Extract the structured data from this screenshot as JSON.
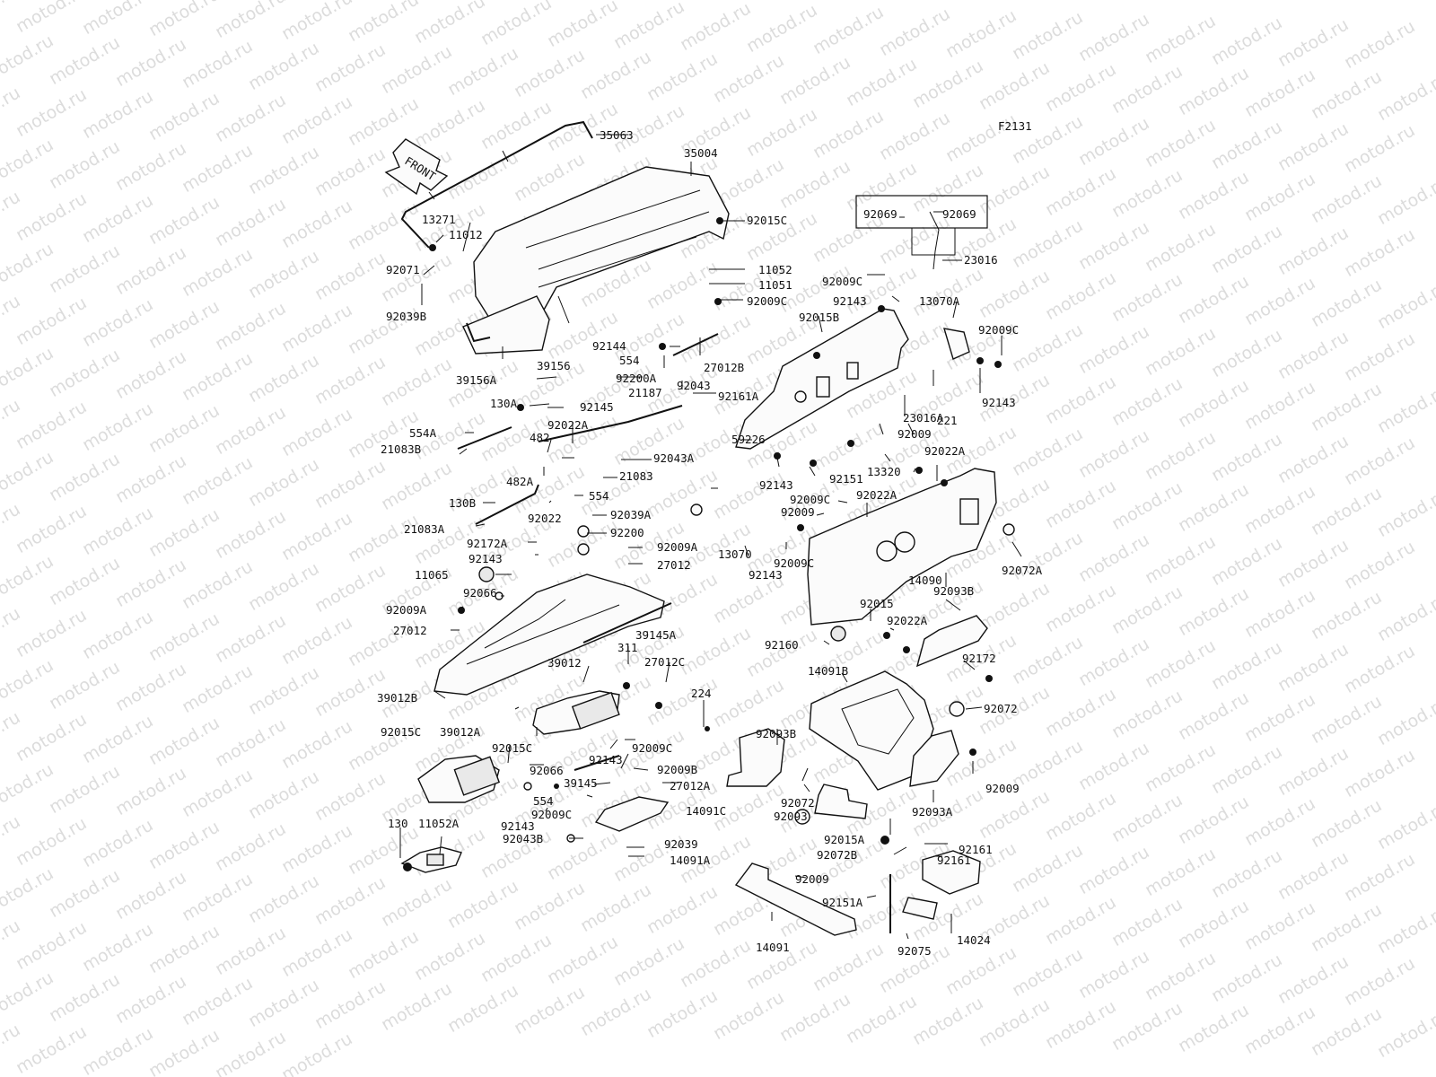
{
  "watermark": "motod.ru",
  "figure_code": "F2131",
  "front_label": "FRONT",
  "parts": [
    {
      "id": "35063"
    },
    {
      "id": "35004"
    },
    {
      "id": "13271"
    },
    {
      "id": "11012"
    },
    {
      "id": "92071"
    },
    {
      "id": "92039B"
    },
    {
      "id": "92015C"
    },
    {
      "id": "11052"
    },
    {
      "id": "11051"
    },
    {
      "id": "92009C"
    },
    {
      "id": "39156A"
    },
    {
      "id": "92144"
    },
    {
      "id": "554"
    },
    {
      "id": "27012B"
    },
    {
      "id": "92200A"
    },
    {
      "id": "39156"
    },
    {
      "id": "92043"
    },
    {
      "id": "92161A"
    },
    {
      "id": "130A"
    },
    {
      "id": "92145"
    },
    {
      "id": "21187"
    },
    {
      "id": "554A"
    },
    {
      "id": "92022A"
    },
    {
      "id": "21083B"
    },
    {
      "id": "482"
    },
    {
      "id": "92043A"
    },
    {
      "id": "482A"
    },
    {
      "id": "21083"
    },
    {
      "id": "554"
    },
    {
      "id": "130B"
    },
    {
      "id": "92022"
    },
    {
      "id": "92039A"
    },
    {
      "id": "21083A"
    },
    {
      "id": "92200"
    },
    {
      "id": "92172A"
    },
    {
      "id": "92009A"
    },
    {
      "id": "92143"
    },
    {
      "id": "27012"
    },
    {
      "id": "11065"
    },
    {
      "id": "92066"
    },
    {
      "id": "92009A"
    },
    {
      "id": "39145A"
    },
    {
      "id": "27012"
    },
    {
      "id": "311"
    },
    {
      "id": "27012C"
    },
    {
      "id": "39012"
    },
    {
      "id": "224"
    },
    {
      "id": "39012B"
    },
    {
      "id": "92015C"
    },
    {
      "id": "39012A"
    },
    {
      "id": "92015C"
    },
    {
      "id": "92009C"
    },
    {
      "id": "92066"
    },
    {
      "id": "92143"
    },
    {
      "id": "92009B"
    },
    {
      "id": "39145"
    },
    {
      "id": "27012A"
    },
    {
      "id": "554"
    },
    {
      "id": "92143"
    },
    {
      "id": "92009C"
    },
    {
      "id": "14091C"
    },
    {
      "id": "130"
    },
    {
      "id": "11052A"
    },
    {
      "id": "92043B"
    },
    {
      "id": "92039"
    },
    {
      "id": "14091A"
    },
    {
      "id": "92069"
    },
    {
      "id": "92069"
    },
    {
      "id": "23016"
    },
    {
      "id": "92009C"
    },
    {
      "id": "92143"
    },
    {
      "id": "13070A"
    },
    {
      "id": "92015B"
    },
    {
      "id": "92009C"
    },
    {
      "id": "92143"
    },
    {
      "id": "23016A"
    },
    {
      "id": "221"
    },
    {
      "id": "59226"
    },
    {
      "id": "92009"
    },
    {
      "id": "92022A"
    },
    {
      "id": "92143"
    },
    {
      "id": "92151"
    },
    {
      "id": "13320"
    },
    {
      "id": "92009C"
    },
    {
      "id": "92022A"
    },
    {
      "id": "92009"
    },
    {
      "id": "13070"
    },
    {
      "id": "92009C"
    },
    {
      "id": "92143"
    },
    {
      "id": "92072A"
    },
    {
      "id": "14090"
    },
    {
      "id": "92093B"
    },
    {
      "id": "92015"
    },
    {
      "id": "92022A"
    },
    {
      "id": "92160"
    },
    {
      "id": "92172"
    },
    {
      "id": "14091B"
    },
    {
      "id": "92072"
    },
    {
      "id": "92093B"
    },
    {
      "id": "92072"
    },
    {
      "id": "92093"
    },
    {
      "id": "92009"
    },
    {
      "id": "92093A"
    },
    {
      "id": "92015A"
    },
    {
      "id": "92161"
    },
    {
      "id": "92072B"
    },
    {
      "id": "92161"
    },
    {
      "id": "92009"
    },
    {
      "id": "92151A"
    },
    {
      "id": "14091"
    },
    {
      "id": "92075"
    },
    {
      "id": "14024"
    }
  ]
}
